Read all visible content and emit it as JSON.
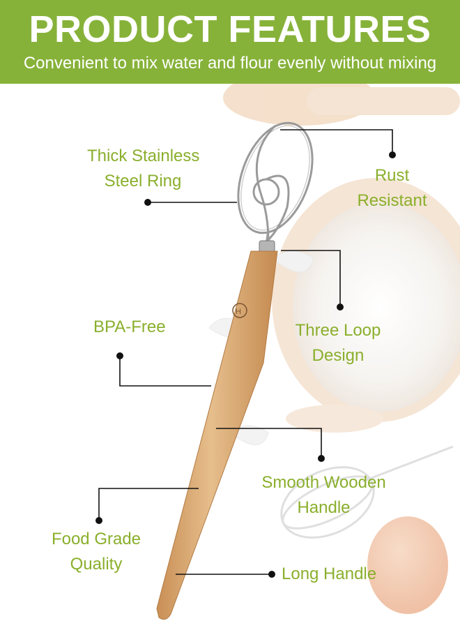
{
  "header": {
    "title": "PRODUCT FEATURES",
    "subtitle": "Convenient to mix water and flour evenly without mixing"
  },
  "features": {
    "steel_ring": [
      "Thick Stainless",
      "Steel Ring"
    ],
    "rust": [
      "Rust",
      "Resistant"
    ],
    "bpa": [
      "BPA-Free"
    ],
    "three_loop": [
      "Three Loop",
      "Design"
    ],
    "smooth_handle": [
      "Smooth Wooden",
      "Handle"
    ],
    "food_grade": [
      "Food Grade",
      "Quality"
    ],
    "long_handle": [
      "Long Handle"
    ]
  },
  "colors": {
    "accent": "#87b23a",
    "label": "#8aaf2c",
    "line": "#111111"
  }
}
